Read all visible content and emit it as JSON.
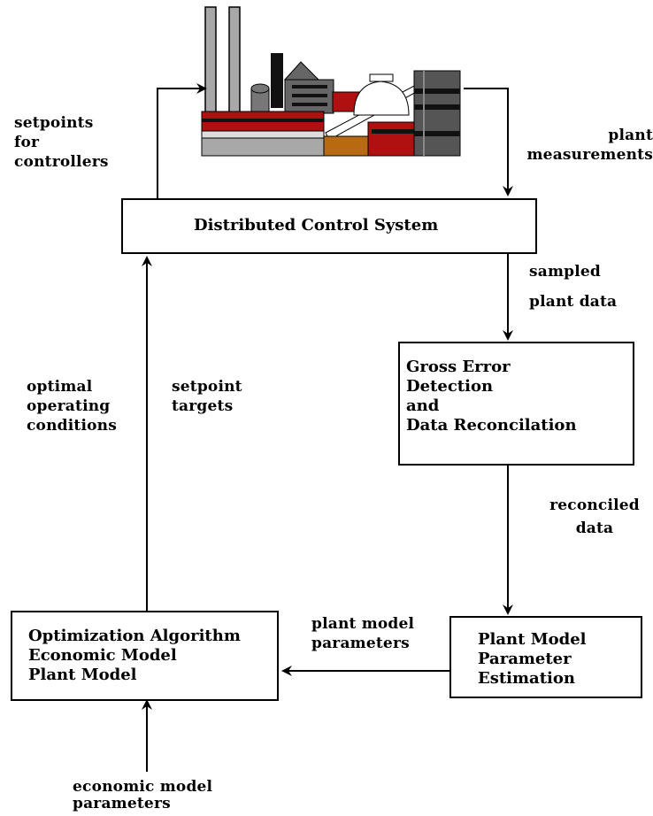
{
  "boxes": {
    "dcs": "Distributed Control System",
    "gross_error": "Gross  Error\nDetection\nand\nData Reconcilation",
    "optimization": "Optimization Algorithm\nEconomic Model\nPlant Model",
    "estimation": "Plant Model\nParameter\nEstimation"
  },
  "labels": {
    "setpoints": "setpoints\nfor\ncontrollers",
    "plant_measurements": "plant\nmeasurements",
    "sampled": "sampled",
    "plant_data": "plant data",
    "optimal": "optimal\noperating\nconditions",
    "setpoint_targets": "setpoint\ntargets",
    "reconciled": "reconciled\ndata",
    "plant_model_params": "plant model\nparameters",
    "economic_params": "economic model\nparameters"
  },
  "colors": {
    "stack": "#a8a8a8",
    "dark": "#555555",
    "red": "#b01010",
    "orange": "#b86a10",
    "black": "#000000"
  }
}
